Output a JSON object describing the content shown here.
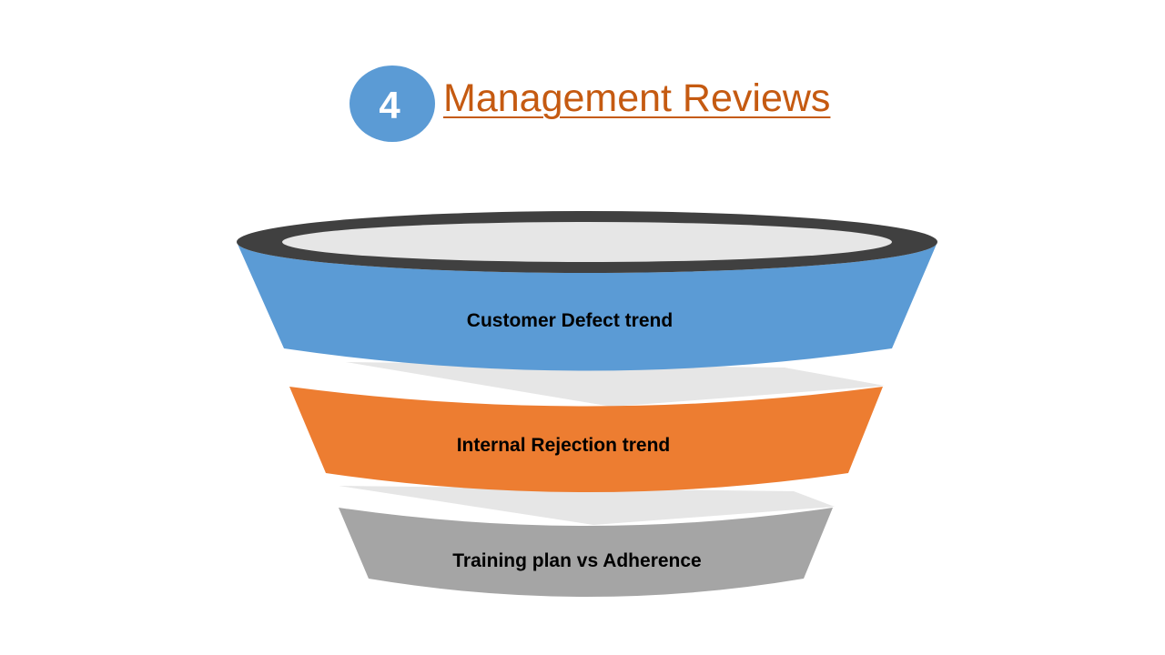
{
  "header": {
    "step_number": "4",
    "title": "Management Reviews"
  },
  "funnel": {
    "levels": [
      {
        "label": "Customer Defect trend",
        "color": "#5b9bd5"
      },
      {
        "label": "Internal Rejection trend",
        "color": "#ed7d31"
      },
      {
        "label": "Training plan vs Adherence",
        "color": "#a5a5a5"
      }
    ],
    "rim_color": "#404040",
    "inner_color": "#e6e6e6"
  },
  "colors": {
    "badge": "#5b9bd5",
    "title": "#c55a11"
  }
}
